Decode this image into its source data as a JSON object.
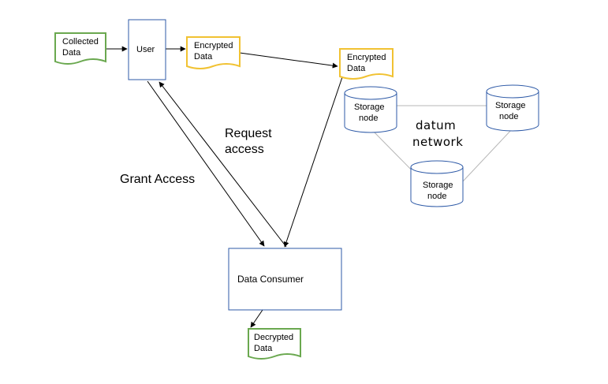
{
  "colors": {
    "box_border": "#2e5aa7",
    "doc_green": "#6aa84f",
    "doc_yellow": "#f1c232",
    "edge": "#000000",
    "network_line": "#b7b7b7",
    "text": "#000000"
  },
  "nodes": {
    "collected_data": {
      "line1": "Collected",
      "line2": "Data"
    },
    "user": {
      "label": "User"
    },
    "encrypted_data_1": {
      "line1": "Encrypted",
      "line2": "Data"
    },
    "encrypted_data_2": {
      "line1": "Encrypted",
      "line2": "Data"
    },
    "storage_1": {
      "line1": "Storage",
      "line2": "node"
    },
    "storage_2": {
      "line1": "Storage",
      "line2": "node"
    },
    "storage_3": {
      "line1": "Storage",
      "line2": "node"
    },
    "network_label": {
      "line1": "datum",
      "line2": "network"
    },
    "data_consumer": {
      "label": "Data Consumer"
    },
    "decrypted_data": {
      "line1": "Decrypted",
      "line2": "Data"
    }
  },
  "edge_labels": {
    "request_access": {
      "line1": "Request",
      "line2": "access"
    },
    "grant_access": "Grant Access"
  }
}
